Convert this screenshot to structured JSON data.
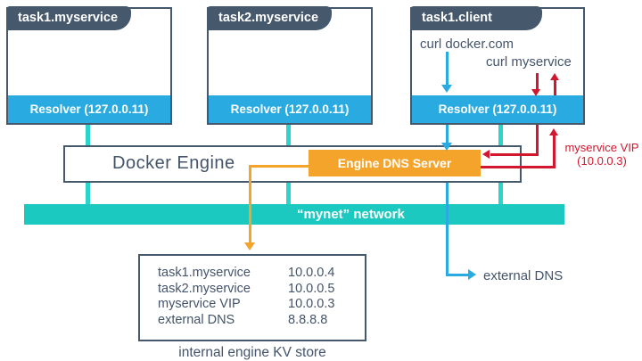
{
  "containers": [
    {
      "tab": "task1.myservice",
      "resolver": "Resolver (127.0.0.11)"
    },
    {
      "tab": "task2.myservice",
      "resolver": "Resolver (127.0.0.11)"
    },
    {
      "tab": "task1.client",
      "resolver": "Resolver (127.0.0.11)",
      "command1": "curl docker.com",
      "command2": "curl myservice"
    }
  ],
  "engine": {
    "label": "Docker Engine",
    "dns_label": "Engine DNS Server"
  },
  "network": {
    "label": "“mynet” network"
  },
  "kv_store": {
    "caption": "internal engine KV store",
    "entries": [
      {
        "key": "task1.myservice",
        "value": "10.0.0.4"
      },
      {
        "key": "task2.myservice",
        "value": "10.0.0.5"
      },
      {
        "key": "myservice VIP",
        "value": "10.0.0.3"
      },
      {
        "key": "external DNS",
        "value": "8.8.8.8"
      }
    ]
  },
  "annotations": {
    "vip_label": "myservice VIP",
    "vip_ip": "(10.0.0.3)",
    "external_dns": "external DNS"
  },
  "colors": {
    "slate": "#45586C",
    "blue": "#29ABE2",
    "teal": "#1CC9C0",
    "orange": "#F5A42B",
    "red": "#D2182E"
  }
}
